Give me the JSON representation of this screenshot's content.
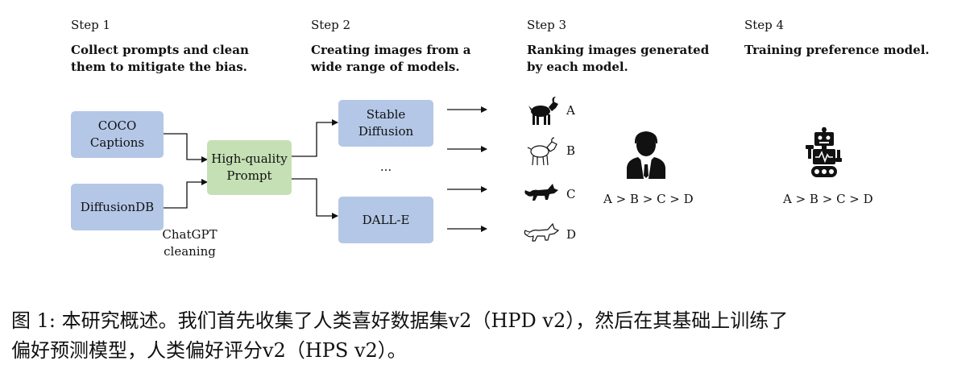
{
  "steps": [
    {
      "label": "Step 1",
      "desc_lines": [
        "Collect prompts and clean",
        "them to mitigate the bias."
      ]
    },
    {
      "label": "Step 2",
      "desc_lines": [
        "Creating images from a",
        "wide range of models."
      ]
    },
    {
      "label": "Step 3",
      "desc_lines": [
        "Ranking images generated",
        "by each model."
      ]
    },
    {
      "label": "Step 4",
      "desc_lines": [
        "Training preference model."
      ]
    }
  ],
  "sources": {
    "coco": [
      "COCO",
      "Captions"
    ],
    "diffusiondb": "DiffusionDB",
    "cleaning": [
      "ChatGPT",
      "cleaning"
    ]
  },
  "prompt_box": [
    "High-quality",
    "Prompt"
  ],
  "models": {
    "stable": [
      "Stable",
      "Diffusion"
    ],
    "ellipsis": "...",
    "dalle": "DALL-E"
  },
  "image_labels": [
    "A",
    "B",
    "C",
    "D"
  ],
  "ranking": {
    "human": "A > B > C > D",
    "model": "A > B > C > D"
  },
  "caption_lines": [
    "图 1: 本研究概述。我们首先收集了人类喜好数据集v2（HPD v2），然后在其基础上训练了",
    "偏好预测模型，人类偏好评分v2（HPS v2）。"
  ],
  "colors": {
    "source_box": "#b4c7e7",
    "prompt_box": "#c5e0b4"
  },
  "icons": [
    "goat-icon",
    "lamb-icon",
    "fox-icon",
    "wolf-icon",
    "person-icon",
    "robot-icon"
  ]
}
